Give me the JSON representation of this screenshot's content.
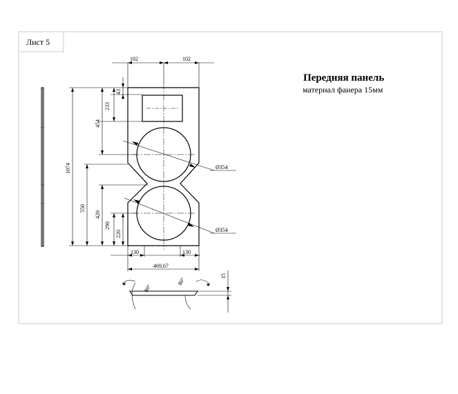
{
  "sheet": {
    "label": "Лист 5"
  },
  "title": {
    "main": "Передняя панель",
    "material": "материал фанера 15мм"
  },
  "dims": {
    "top_left_width": "102",
    "top_right_width": "102",
    "top_gap": "43",
    "cutout_height": "233",
    "upper_circle_center": "454",
    "total_height": "1074",
    "lower_section": "550",
    "lower_circle_top": "420",
    "lower_circle_center": "290",
    "bottom_offset": "220",
    "upper_diameter": "Ø354",
    "lower_diameter": "Ø354",
    "bottom_left_width": "130",
    "bottom_right_width": "130",
    "total_width": "469,67",
    "thickness": "15",
    "bevel_left_angle": "80°",
    "bevel_right_angle": "80°"
  }
}
